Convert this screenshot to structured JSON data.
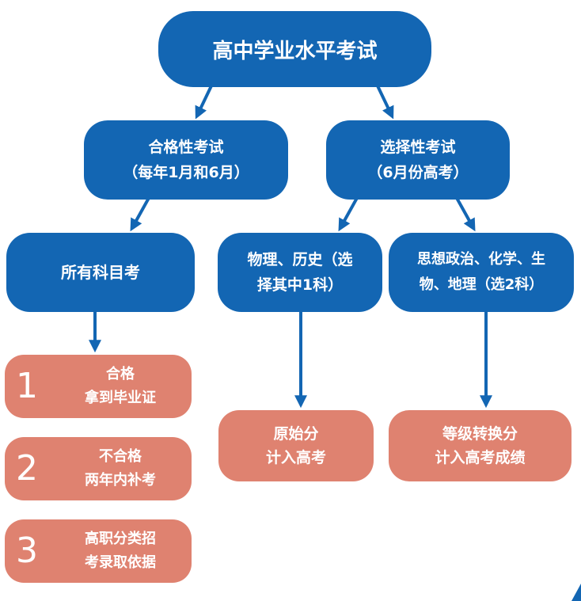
{
  "root": {
    "label": "高中学业水平考试"
  },
  "qualifying_exam": {
    "line1": "合格性考试",
    "line2": "（每年1月和6月）"
  },
  "selective_exam": {
    "line1": "选择性考试",
    "line2": "（6月份高考）"
  },
  "all_subjects": {
    "label": "所有科目考"
  },
  "physics_history": {
    "line1": "物理、历史（选",
    "line2": "择其中1科）"
  },
  "other_subjects": {
    "line1": "思想政治、化学、生",
    "line2": "物、地理（选2科）"
  },
  "outcomes": [
    {
      "number": "1",
      "line1": "合格",
      "line2": "拿到毕业证"
    },
    {
      "number": "2",
      "line1": "不合格",
      "line2": "两年内补考"
    },
    {
      "number": "3",
      "line1": "高职分类招",
      "line2": "考录取依据"
    }
  ],
  "raw_score": {
    "line1": "原始分",
    "line2": "计入高考"
  },
  "graded_score": {
    "line1": "等级转换分",
    "line2": "计入高考成绩"
  },
  "colors": {
    "blue": "#1366b3",
    "pink": "#df8270"
  }
}
